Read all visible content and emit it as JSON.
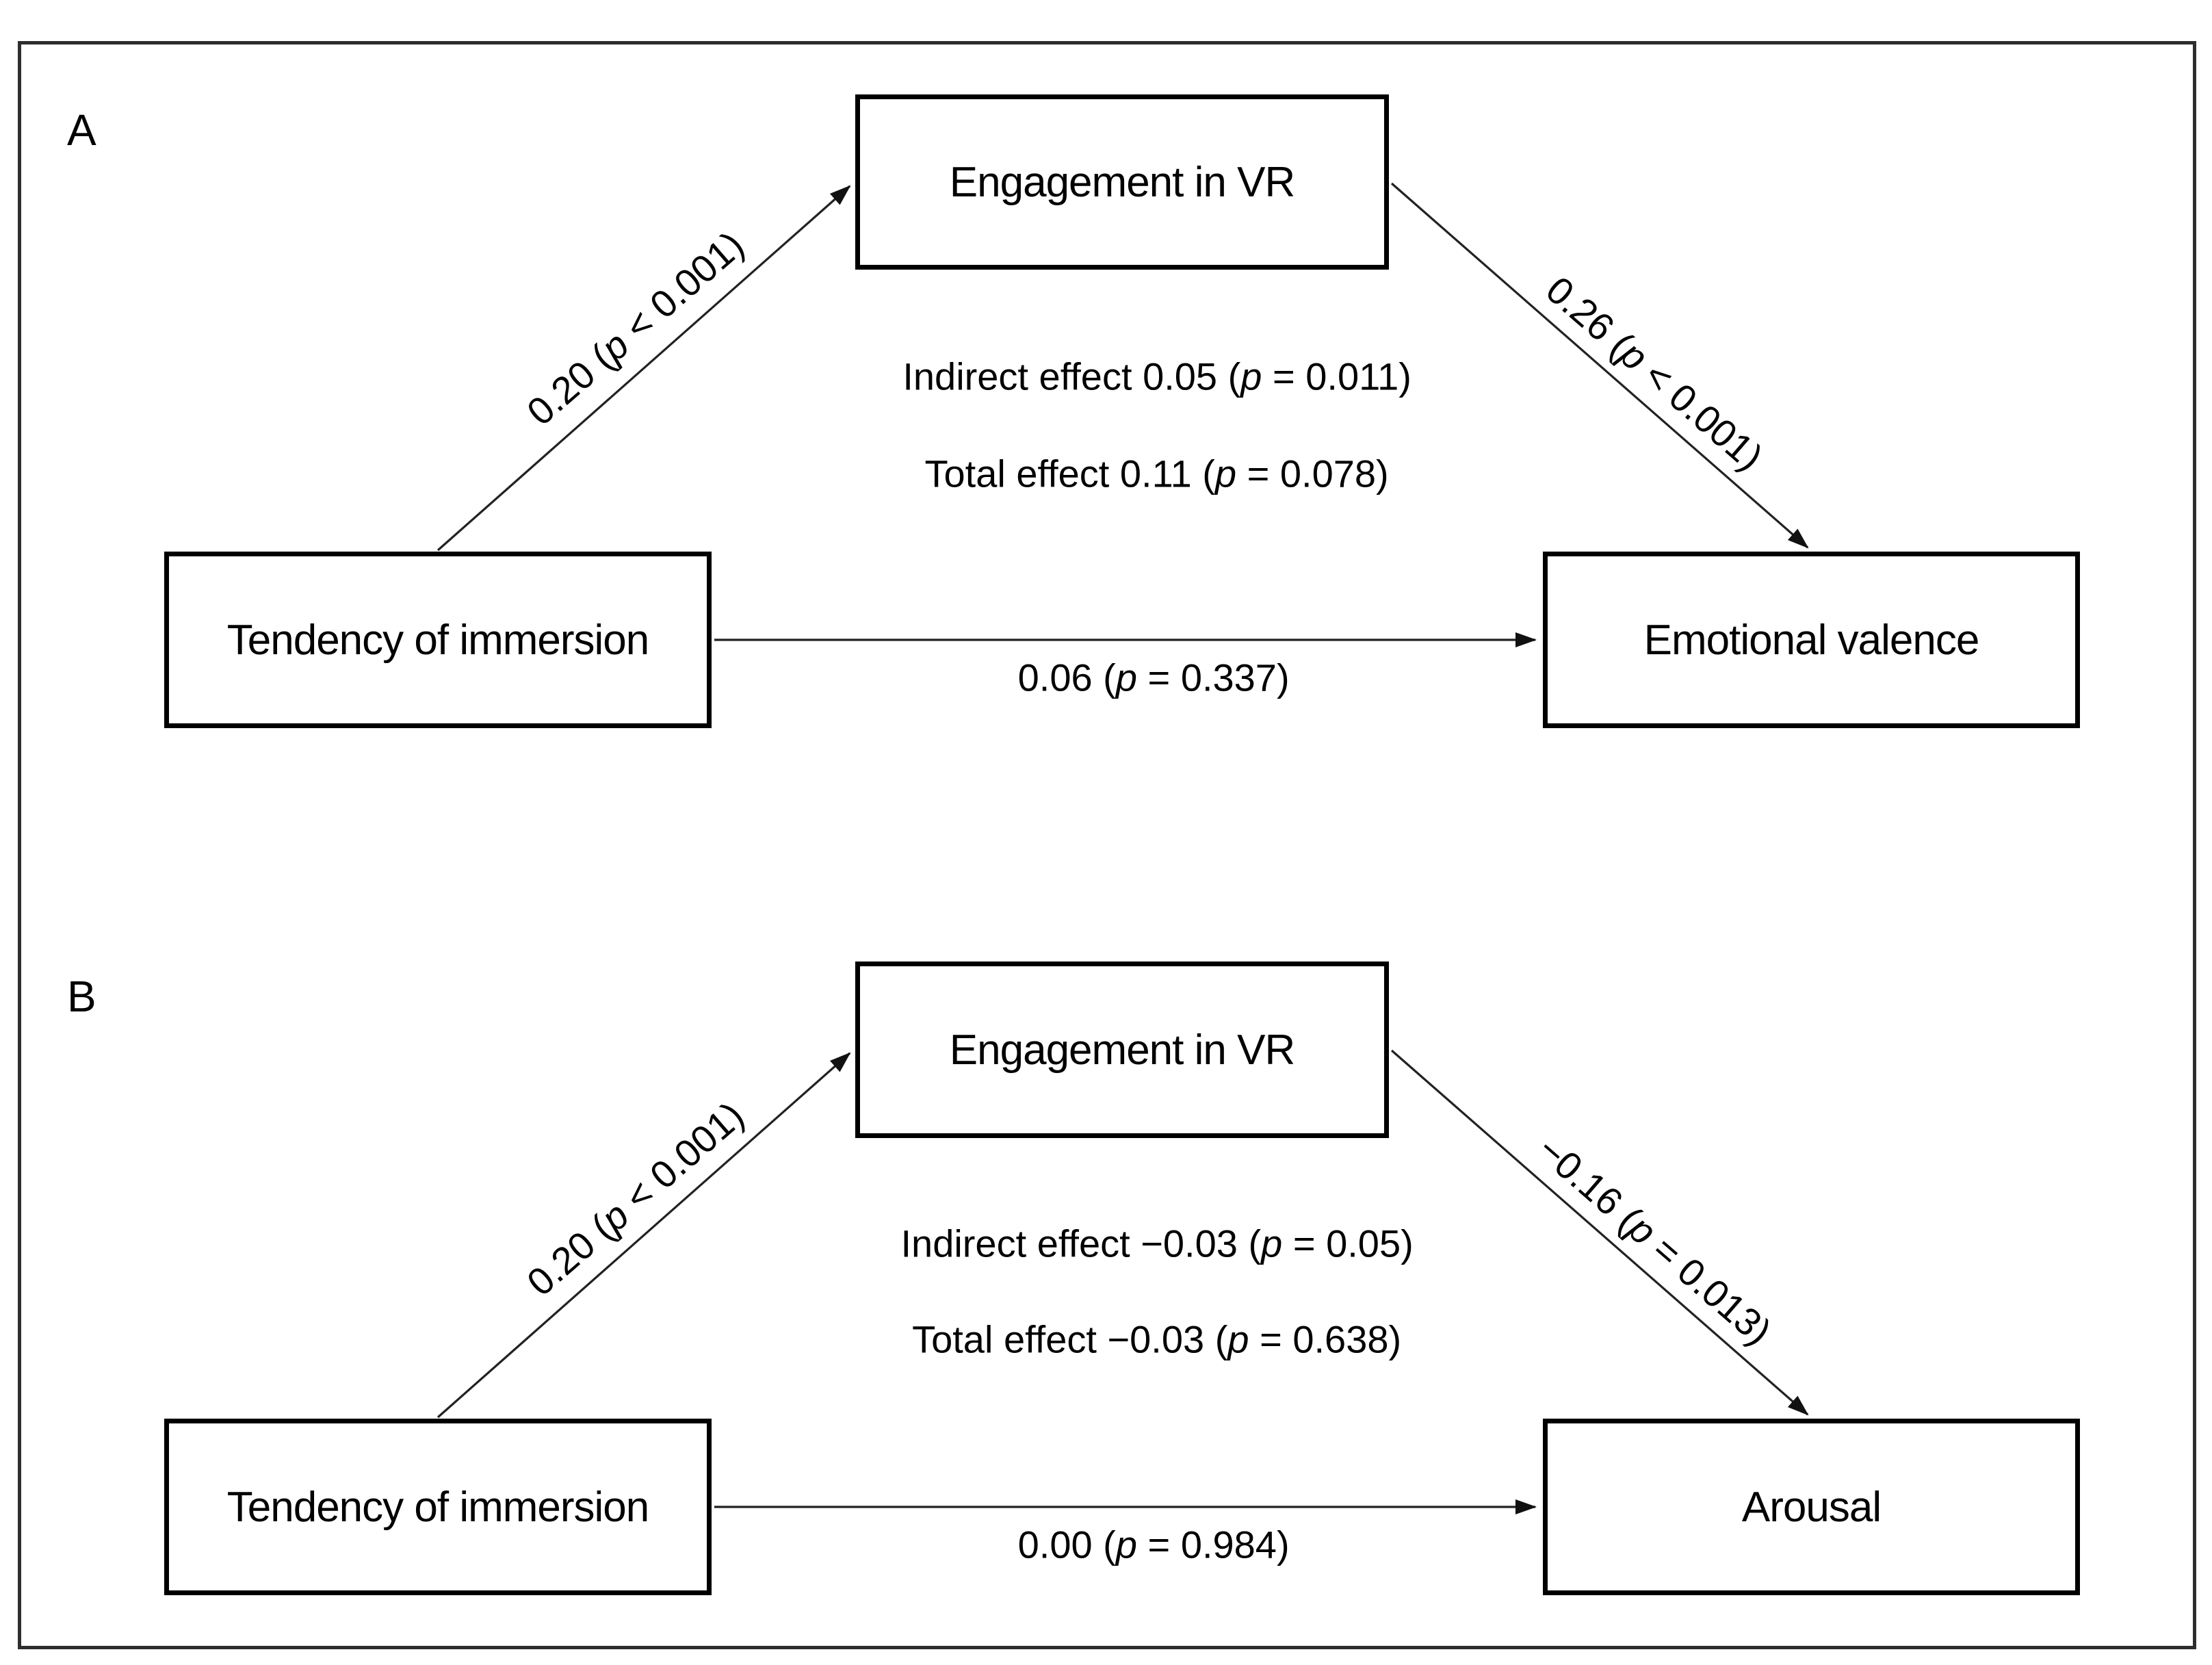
{
  "figure": {
    "type": "mediation-path-diagram",
    "colors": {
      "ink": "#000000",
      "arrow": "#222222",
      "frame_border": "#2e2e2e",
      "background": "#ffffff"
    }
  },
  "panelA": {
    "label": "A",
    "boxes": {
      "mediator": "Engagement in VR",
      "predictor": "Tendency of immersion",
      "outcome": "Emotional valence"
    },
    "paths": {
      "a": {
        "pre": "0.20 (",
        "p": "p",
        "post": " < 0.001)"
      },
      "b": {
        "pre": "0.26 (",
        "p": "p",
        "post": " < 0.001)"
      },
      "c": {
        "pre": "0.06 (",
        "p": "p",
        "post": " = 0.337)"
      },
      "indirect": {
        "pre": "Indirect effect 0.05 (",
        "p": "p",
        "post": " = 0.011)"
      },
      "total": {
        "pre": "Total effect 0.11 (",
        "p": "p",
        "post": " = 0.078)"
      }
    }
  },
  "panelB": {
    "label": "B",
    "boxes": {
      "mediator": "Engagement in VR",
      "predictor": "Tendency of immersion",
      "outcome": "Arousal"
    },
    "paths": {
      "a": {
        "pre": "0.20 (",
        "p": "p",
        "post": " < 0.001)"
      },
      "b": {
        "pre": "−0.16 (",
        "p": "p",
        "post": " = 0.013)"
      },
      "c": {
        "pre": "0.00 (",
        "p": "p",
        "post": " = 0.984)"
      },
      "indirect": {
        "pre": "Indirect effect −0.03 (",
        "p": "p",
        "post": " = 0.05)"
      },
      "total": {
        "pre": "Total effect −0.03 (",
        "p": "p",
        "post": " = 0.638)"
      }
    }
  }
}
